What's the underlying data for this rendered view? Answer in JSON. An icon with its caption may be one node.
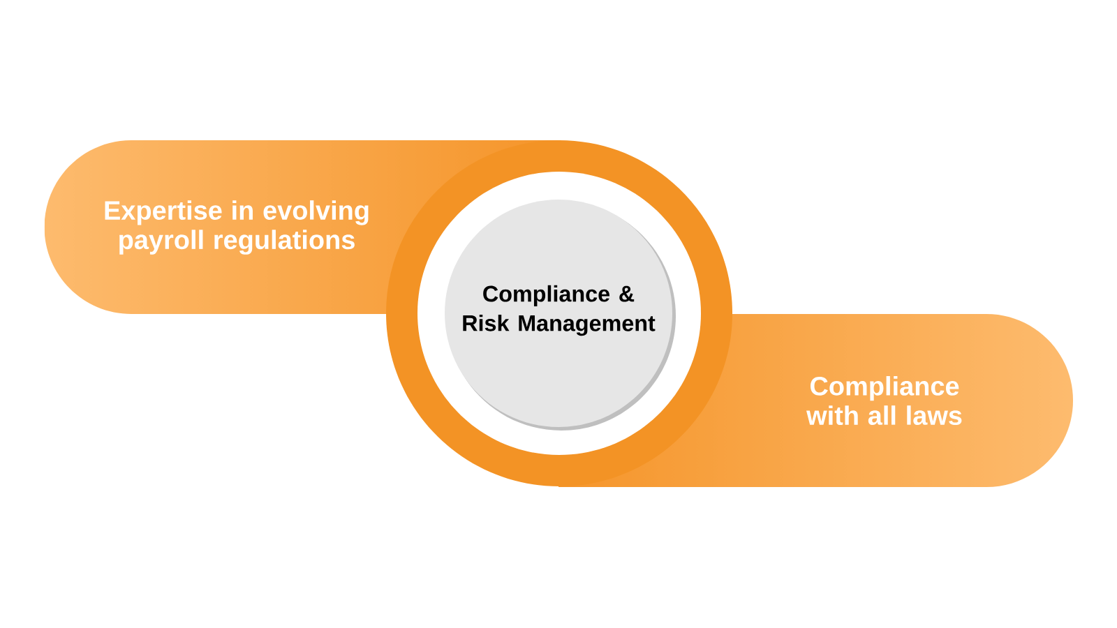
{
  "diagram": {
    "nodes": [
      {
        "text": [
          "Expertise in evolving payroll regulations"
        ]
      },
      {
        "text": [
          "Compliance & Risk Management"
        ]
      },
      {
        "text": [
          "Compliance with all laws"
        ]
      }
    ]
  }
}
